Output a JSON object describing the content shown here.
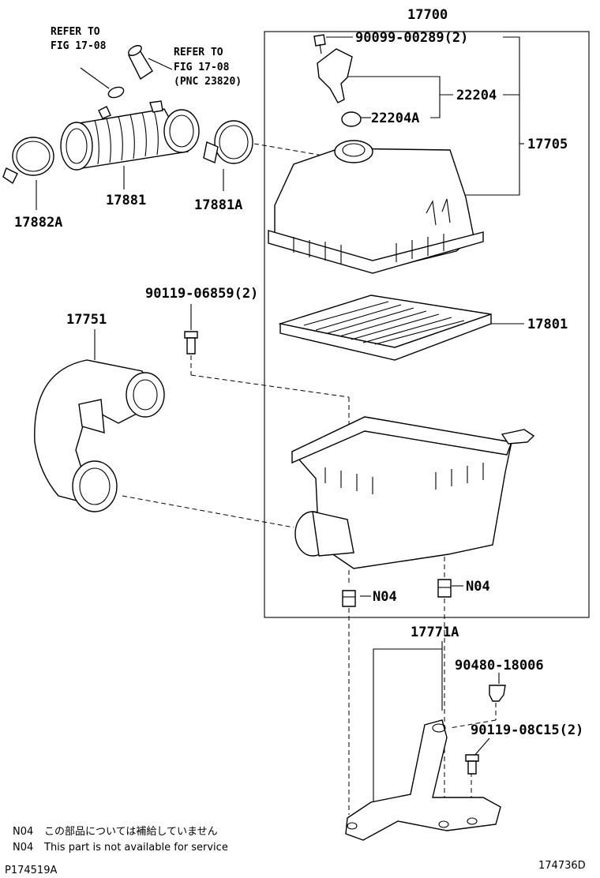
{
  "callouts": {
    "refer_a": [
      "REFER TO",
      "FIG 17-08"
    ],
    "refer_b": [
      "REFER TO",
      "FIG 17-08",
      "(PNC 23820)"
    ],
    "p17700": "17700",
    "p90099": "90099-00289(2)",
    "p22204": "22204",
    "p22204A": "22204A",
    "p17705": "17705",
    "p17881": "17881",
    "p17881A": "17881A",
    "p17882A": "17882A",
    "p90119a": "90119-06859(2)",
    "p17751": "17751",
    "p17801": "17801",
    "n04_left": "N04",
    "n04_right": "N04",
    "p17771A": "17771A",
    "p90480": "90480-18006",
    "p90119b": "90119-08C15(2)"
  },
  "notes": {
    "jp_code": "N04",
    "jp_text": "この部品については補給していません",
    "en_code": "N04",
    "en_text": "This part is not available for service"
  },
  "footer": {
    "page_id": "P174519A",
    "figure_id": "174736D"
  }
}
